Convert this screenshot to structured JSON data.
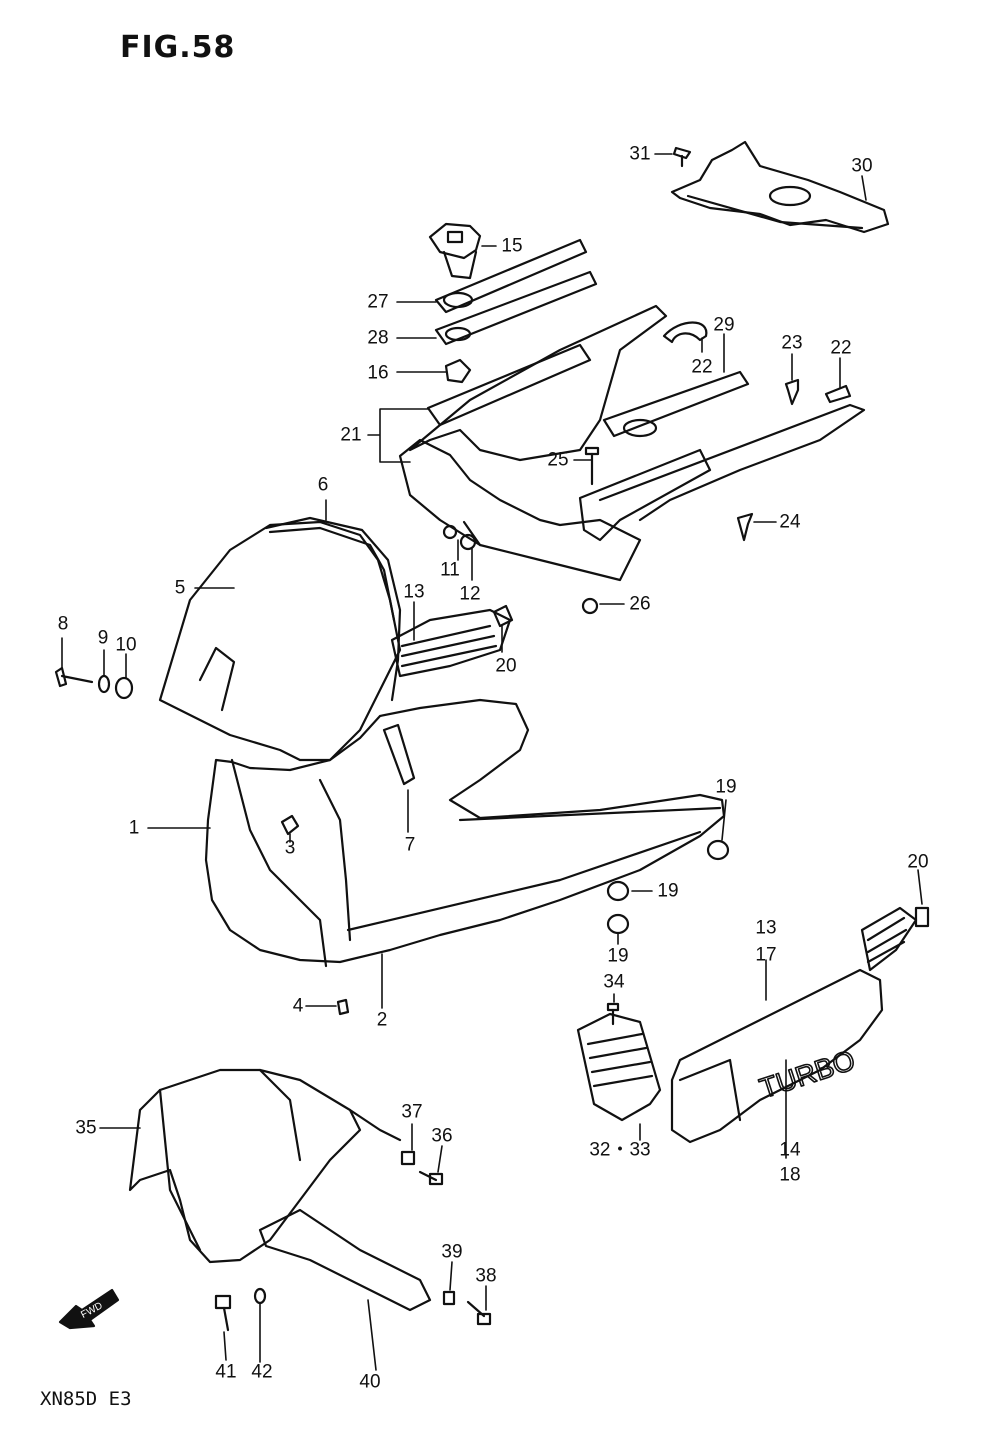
{
  "figure": {
    "title": "FIG.58",
    "model_code": "XN85D E3",
    "fwd_label": "FWD",
    "badge_text": "TURBO"
  },
  "callouts": [
    {
      "id": "c1",
      "label": "1"
    },
    {
      "id": "c2",
      "label": "2"
    },
    {
      "id": "c3",
      "label": "3"
    },
    {
      "id": "c4",
      "label": "4"
    },
    {
      "id": "c5",
      "label": "5"
    },
    {
      "id": "c6",
      "label": "6"
    },
    {
      "id": "c7",
      "label": "7"
    },
    {
      "id": "c8",
      "label": "8"
    },
    {
      "id": "c9",
      "label": "9"
    },
    {
      "id": "c10",
      "label": "10"
    },
    {
      "id": "c11",
      "label": "11"
    },
    {
      "id": "c12",
      "label": "12"
    },
    {
      "id": "c13a",
      "label": "13"
    },
    {
      "id": "c13b",
      "label": "13"
    },
    {
      "id": "c14",
      "label": "14"
    },
    {
      "id": "c15",
      "label": "15"
    },
    {
      "id": "c16",
      "label": "16"
    },
    {
      "id": "c17",
      "label": "17"
    },
    {
      "id": "c18",
      "label": "18"
    },
    {
      "id": "c19a",
      "label": "19"
    },
    {
      "id": "c19b",
      "label": "19"
    },
    {
      "id": "c19c",
      "label": "19"
    },
    {
      "id": "c20a",
      "label": "20"
    },
    {
      "id": "c20b",
      "label": "20"
    },
    {
      "id": "c21",
      "label": "21"
    },
    {
      "id": "c22a",
      "label": "22"
    },
    {
      "id": "c22b",
      "label": "22"
    },
    {
      "id": "c23",
      "label": "23"
    },
    {
      "id": "c24",
      "label": "24"
    },
    {
      "id": "c25",
      "label": "25"
    },
    {
      "id": "c26",
      "label": "26"
    },
    {
      "id": "c27",
      "label": "27"
    },
    {
      "id": "c28",
      "label": "28"
    },
    {
      "id": "c29",
      "label": "29"
    },
    {
      "id": "c30",
      "label": "30"
    },
    {
      "id": "c31",
      "label": "31"
    },
    {
      "id": "c3233",
      "label": "32・33"
    },
    {
      "id": "c34",
      "label": "34"
    },
    {
      "id": "c35",
      "label": "35"
    },
    {
      "id": "c36",
      "label": "36"
    },
    {
      "id": "c37",
      "label": "37"
    },
    {
      "id": "c38",
      "label": "38"
    },
    {
      "id": "c39",
      "label": "39"
    },
    {
      "id": "c40",
      "label": "40"
    },
    {
      "id": "c41",
      "label": "41"
    },
    {
      "id": "c42",
      "label": "42"
    }
  ]
}
